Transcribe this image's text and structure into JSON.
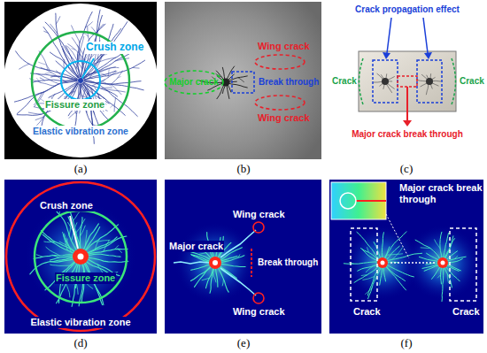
{
  "diagram": {
    "labels": [
      "Crush zone",
      "Fissure zone",
      "Elastic vibration zone",
      "(a)",
      "Wing crack",
      "Major crack",
      "Break through",
      "Wing crack",
      "(b)",
      "Crack propagation effect",
      "Crack",
      "Crack",
      "Major crack break through",
      "(c)",
      "Crush zone",
      "Fissure zone",
      "Elastic vibration zone",
      "(d)",
      "Wing crack",
      "Major crack",
      "Break through",
      "Wing crack",
      "(e)",
      "Major crack break through",
      "Crack",
      "Crack",
      "(f)"
    ]
  }
}
